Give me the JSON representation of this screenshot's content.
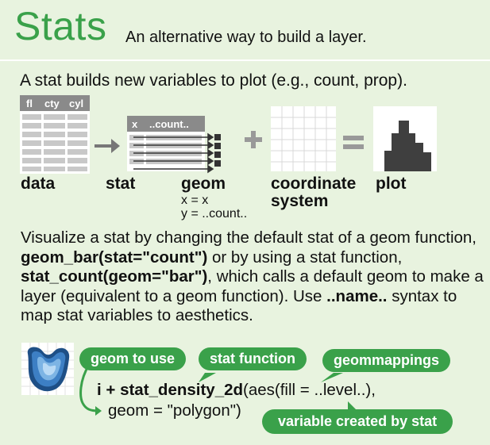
{
  "header": {
    "title": "Stats",
    "subtitle": "An alternative way to build a layer."
  },
  "intro": "A stat builds new variables to plot (e.g., count, prop).",
  "diagram": {
    "data_label": "data",
    "data_columns": [
      "fl",
      "cty",
      "cyl"
    ],
    "stat_label": "stat",
    "stat_columns": [
      "x",
      "..count.."
    ],
    "geom_label": "geom",
    "geom_mapping_x": "x = x",
    "geom_mapping_y": "y = ..count..",
    "coord_label_line1": "coordinate",
    "coord_label_line2": "system",
    "plot_label": "plot"
  },
  "paragraph": {
    "p1": "Visualize a stat by changing the default stat of a geom function, ",
    "code1": "geom_bar(stat=\"count\")",
    "p2": " or by using a stat function, ",
    "code2": "stat_count(geom=\"bar\")",
    "p3": ", which calls a default geom to make a layer (equivalent to a geom function). Use ",
    "code3": "..name..",
    "p4": " syntax to map stat variables to aesthetics."
  },
  "example": {
    "callout_geom": "geom to use",
    "callout_stat": "stat function",
    "callout_mappings": "geommappings",
    "callout_variable": "variable created by stat",
    "code_prefix": "i + ",
    "code_func": "stat_density_2d",
    "code_args": "(aes(fill = ..level..),",
    "code_line2": "geom = \"polygon\")"
  },
  "colors": {
    "accent": "#3aa14a",
    "background": "#e8f3df",
    "table_gray": "#8a8a8a",
    "plot_bar": "#3f3f3f",
    "density_blue": "#3d7fc4"
  }
}
